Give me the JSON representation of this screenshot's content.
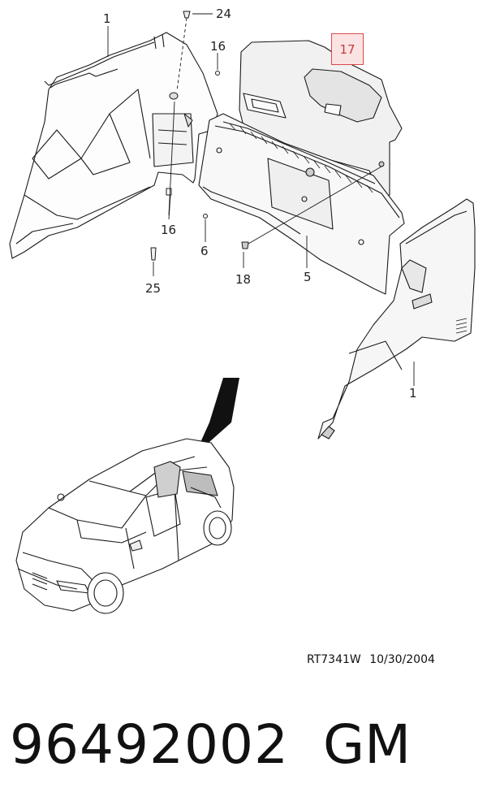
{
  "callouts": {
    "c1_top": "1",
    "c24": "24",
    "c16_top": "16",
    "c17": "17",
    "c16_mid": "16",
    "c6": "6",
    "c18": "18",
    "c5": "5",
    "c25": "25",
    "c1_right": "1"
  },
  "colors": {
    "highlight_border": "#d94b4b",
    "highlight_fill": "#fbe3e3",
    "highlight_text": "#c23b3b"
  },
  "footer": {
    "drawing_ref": "RT7341W",
    "date": "10/30/2004",
    "part_number": "96492002",
    "brand": "GM"
  }
}
